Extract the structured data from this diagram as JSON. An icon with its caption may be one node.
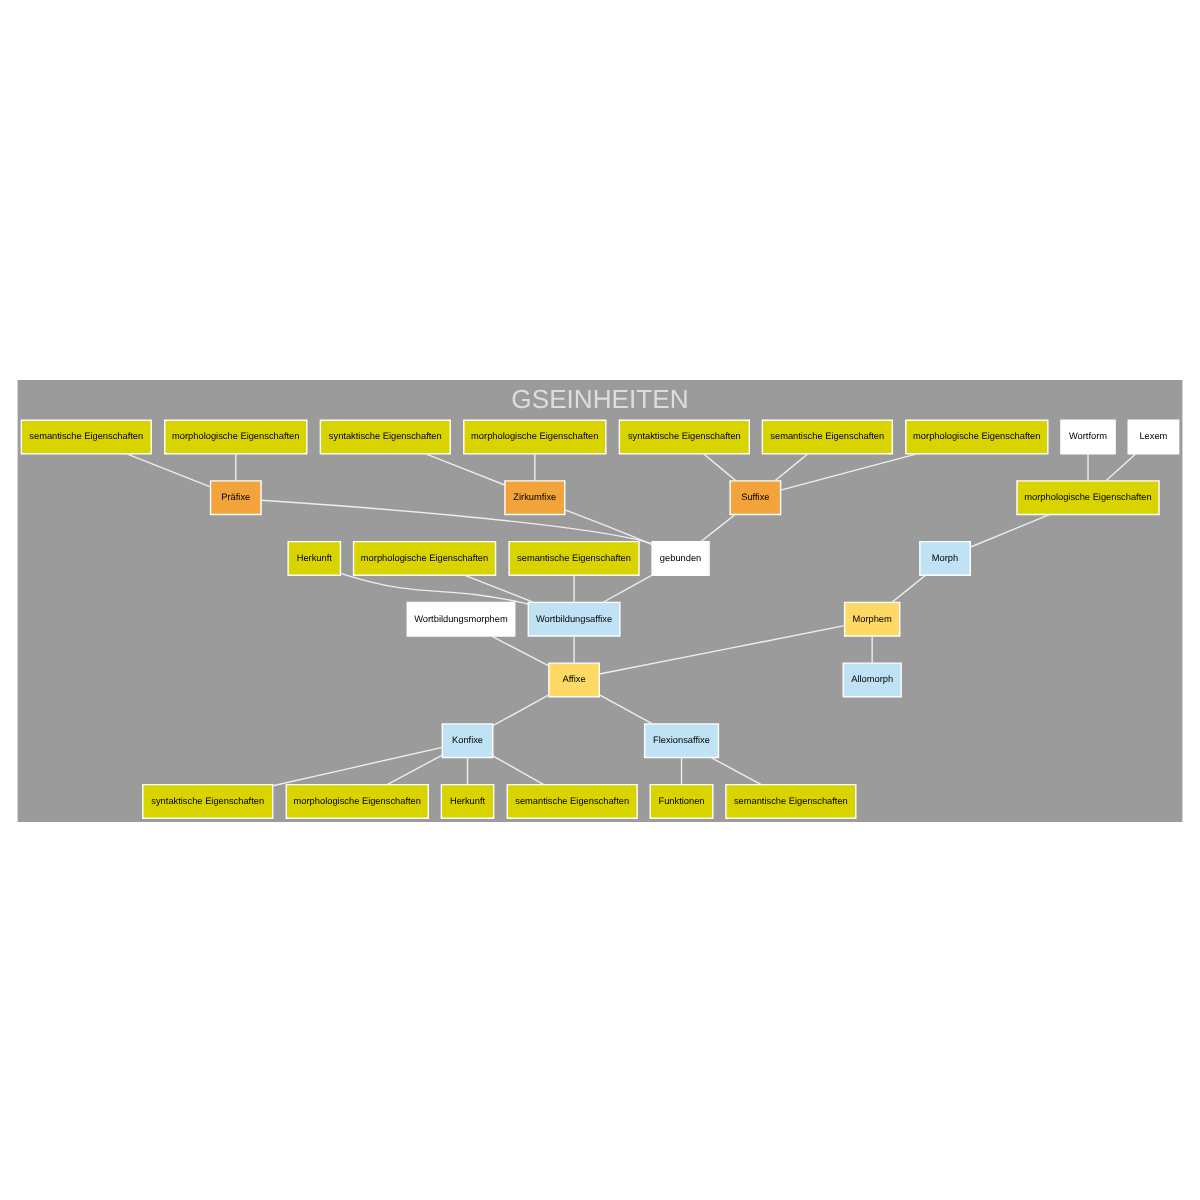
{
  "diagram": {
    "title": "GSEINHEITEN",
    "nodes": [
      {
        "text": [
          "Suffixe"
        ]
      },
      {
        "text": [
          "morphologische Eigenschaften"
        ]
      },
      {
        "text": [
          "syntaktische Eigenschaften"
        ]
      },
      {
        "text": [
          "semantische Eigenschaften"
        ]
      },
      {
        "text": [
          "Präfixe"
        ]
      },
      {
        "text": [
          "morphologische Eigenschaften"
        ]
      },
      {
        "text": [
          "semantische Eigenschaften"
        ]
      },
      {
        "text": [
          "Zirkumfixe"
        ]
      },
      {
        "text": [
          "morphologische Eigenschaften"
        ]
      },
      {
        "text": [
          "syntaktische Eigenschaften"
        ]
      },
      {
        "text": [
          "gebunden"
        ]
      },
      {
        "text": [
          "Wortbildungsaffixe"
        ]
      },
      {
        "text": [
          "Herkunft"
        ]
      },
      {
        "text": [
          "morphologische Eigenschaften"
        ]
      },
      {
        "text": [
          "semantische Eigenschaften"
        ]
      },
      {
        "text": [
          "Affixe"
        ]
      },
      {
        "text": [
          "Konfixe"
        ]
      },
      {
        "text": [
          "Flexionsaffixe"
        ]
      },
      {
        "text": [
          "Wortbildungsmorphem"
        ]
      },
      {
        "text": [
          "Morphem"
        ]
      },
      {
        "text": [
          "Morph"
        ]
      },
      {
        "text": [
          "Allomorph"
        ]
      },
      {
        "text": [
          "Lexem"
        ]
      },
      {
        "text": [
          "Wortform"
        ]
      },
      {
        "text": [
          "morphologische Eigenschaften"
        ]
      },
      {
        "text": [
          "Herkunft"
        ]
      },
      {
        "text": [
          "semantische Eigenschaften"
        ]
      },
      {
        "text": [
          "syntaktische Eigenschaften"
        ]
      },
      {
        "text": [
          "morphologische Eigenschaften"
        ]
      },
      {
        "text": [
          "Funktionen"
        ]
      },
      {
        "text": [
          "semantische Eigenschaften"
        ]
      }
    ],
    "edges": [
      {
        "from": 1,
        "to": 0,
        "arrow": "none"
      },
      {
        "from": 2,
        "to": 0,
        "arrow": "none"
      },
      {
        "from": 3,
        "to": 0,
        "arrow": "none"
      },
      {
        "from": 5,
        "to": 4,
        "arrow": "none"
      },
      {
        "from": 6,
        "to": 4,
        "arrow": "none"
      },
      {
        "from": 8,
        "to": 7,
        "arrow": "none"
      },
      {
        "from": 9,
        "to": 7,
        "arrow": "none"
      },
      {
        "from": 0,
        "to": 10,
        "arrow": "none"
      },
      {
        "from": 4,
        "to": 10,
        "arrow": "none"
      },
      {
        "from": 7,
        "to": 10,
        "arrow": "none"
      },
      {
        "from": 10,
        "to": 11,
        "arrow": "none"
      },
      {
        "from": 12,
        "to": 11,
        "arrow": "none"
      },
      {
        "from": 13,
        "to": 11,
        "arrow": "none"
      },
      {
        "from": 14,
        "to": 11,
        "arrow": "none"
      },
      {
        "from": 11,
        "to": 15,
        "arrow": "none"
      },
      {
        "from": 15,
        "to": 16,
        "arrow": "none"
      },
      {
        "from": 15,
        "to": 17,
        "arrow": "none"
      },
      {
        "from": 18,
        "to": 15,
        "arrow": "none"
      },
      {
        "from": 19,
        "to": 15,
        "arrow": "none"
      },
      {
        "from": 20,
        "to": 19,
        "arrow": "none"
      },
      {
        "from": 19,
        "to": 21,
        "arrow": "none"
      },
      {
        "from": 24,
        "to": 20,
        "arrow": "none"
      },
      {
        "from": 22,
        "to": 24,
        "arrow": "none"
      },
      {
        "from": 23,
        "to": 24,
        "arrow": "none"
      },
      {
        "from": 16,
        "to": 25,
        "arrow": "none"
      },
      {
        "from": 16,
        "to": 26,
        "arrow": "none"
      },
      {
        "from": 16,
        "to": 27,
        "arrow": "none"
      },
      {
        "from": 16,
        "to": 28,
        "arrow": "none"
      },
      {
        "from": 17,
        "to": 29,
        "arrow": "none"
      },
      {
        "from": 17,
        "to": 30,
        "arrow": "none"
      }
    ]
  }
}
